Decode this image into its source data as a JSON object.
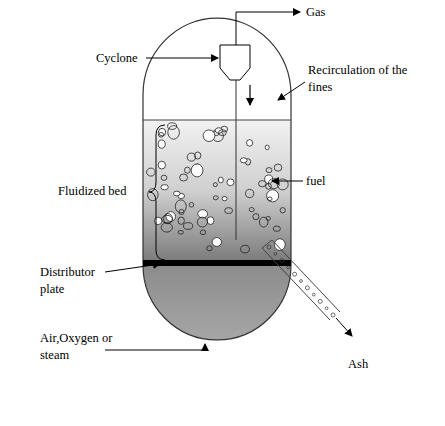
{
  "diagram": {
    "labels": [
      "Gas",
      "Cyclone",
      "Recirculation of the fines",
      "Fluidized bed",
      "fuel",
      "Distributor plate",
      "Air,Oxygen or steam",
      "Ash"
    ]
  }
}
